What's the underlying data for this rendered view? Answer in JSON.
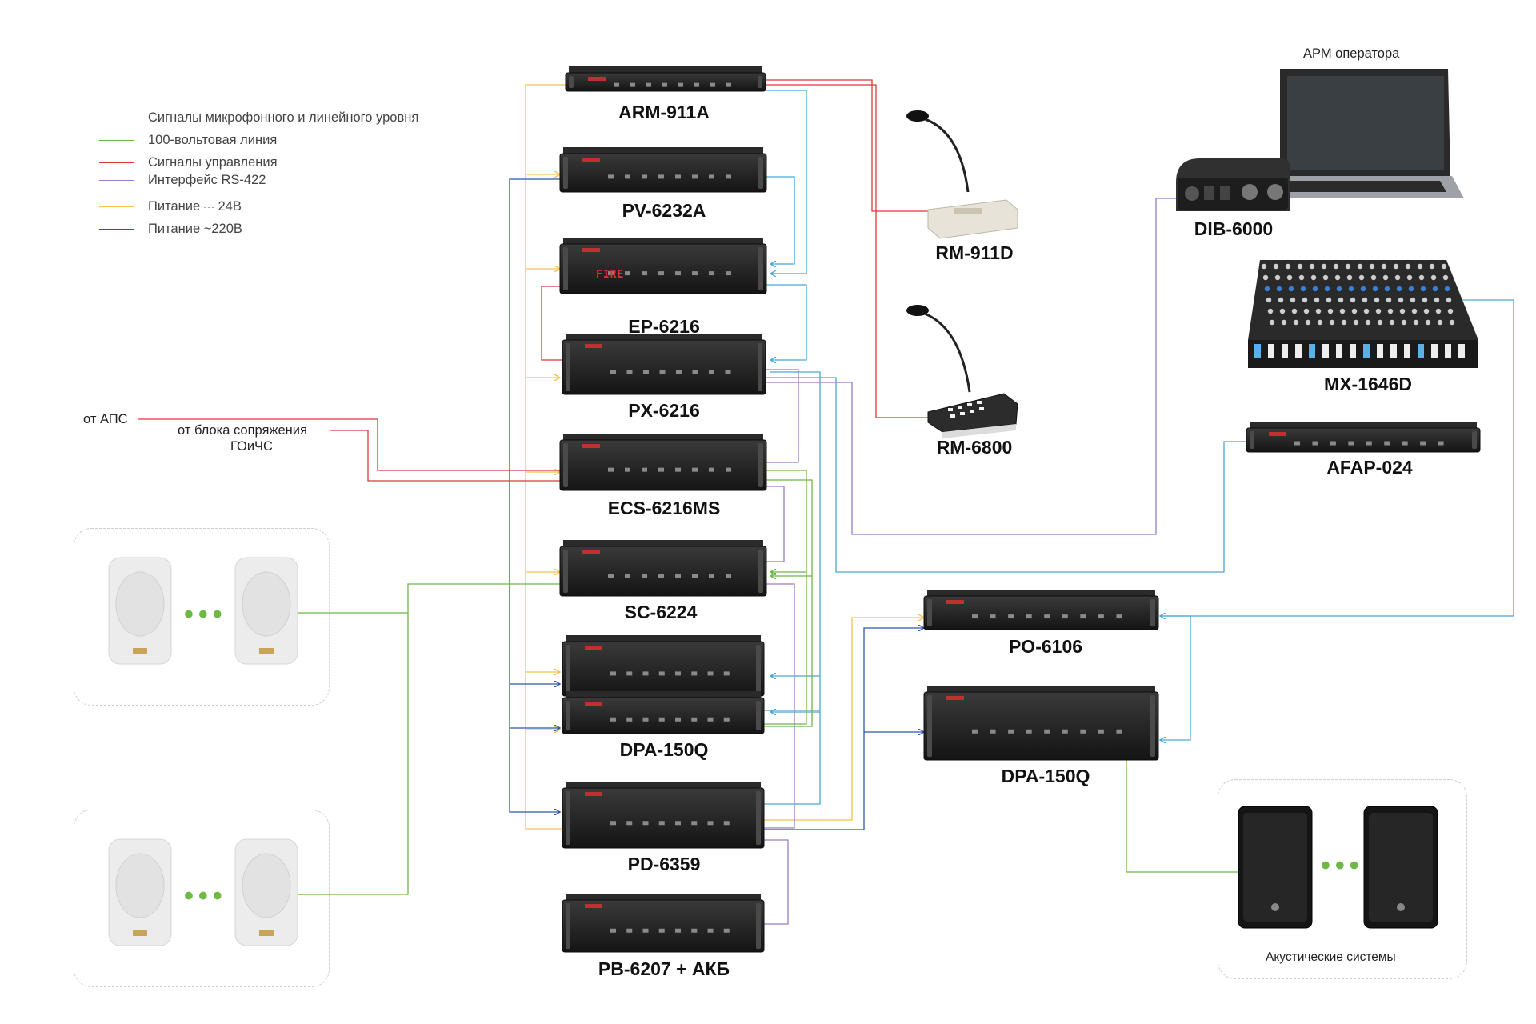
{
  "legend": [
    {
      "label": "Сигналы микрофонного и линейного уровня",
      "color": "#4aa8d6"
    },
    {
      "label": "100-вольтовая линия",
      "color": "#6bb845"
    },
    {
      "label": "Сигналы управления",
      "color": "#e0363c"
    },
    {
      "label": "Интерфейс RS-422",
      "color": "#9a7ac8"
    },
    {
      "label": "Питание ⎓ 24В",
      "color": "#f2c24c"
    },
    {
      "label": "Питание ~220В",
      "color": "#2e56a8"
    }
  ],
  "devices": {
    "arm911a": "ARM-911A",
    "pv6232a": "PV-6232A",
    "ep6216": "EP-6216",
    "ep6216_display": "FIRE",
    "px6216": "PX-6216",
    "ecs6216ms": "ECS-6216MS",
    "sc6224": "SC-6224",
    "dpa150q_left": "DPA-150Q",
    "pd6359": "PD-6359",
    "pb6207": "PB-6207 + АКБ",
    "rm911d": "RM-911D",
    "rm6800": "RM-6800",
    "dib6000": "DIB-6000",
    "mx1646d": "MX-1646D",
    "afap024": "AFAP-024",
    "po6106": "PO-6106",
    "dpa150q_right": "DPA-150Q"
  },
  "notes": {
    "operator": "АРМ оператора",
    "from_aps": "от АПС",
    "from_gochs_line1": "от блока сопряжения",
    "from_gochs_line2": "ГОиЧС",
    "speakers_caption": "Акустические системы"
  },
  "ellipsis": "•••"
}
